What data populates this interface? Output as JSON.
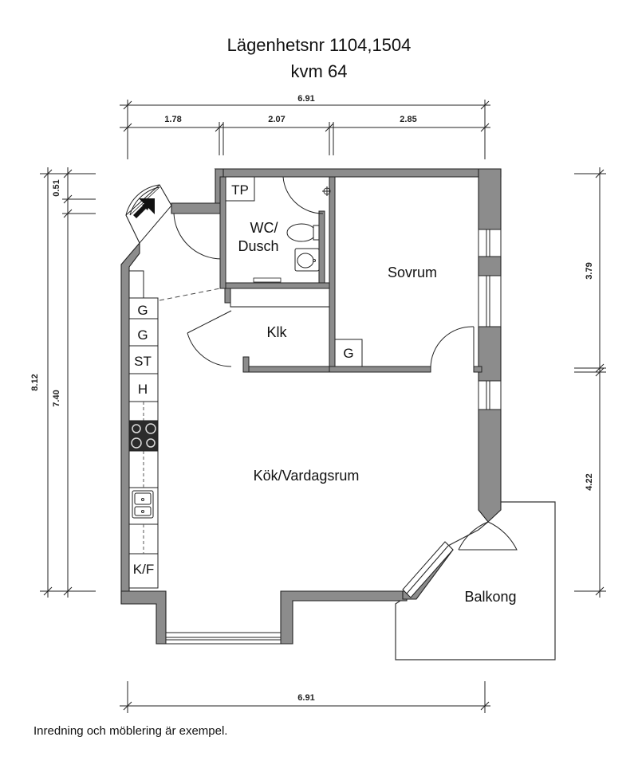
{
  "title": {
    "line1": "Lägenhetsnr 1104,1504",
    "line2": "kvm 64"
  },
  "dimensions": {
    "top_total": "6.91",
    "top_segments": [
      "1.78",
      "2.07",
      "2.85"
    ],
    "left_outer": "8.12",
    "left_inner": "7.40",
    "left_small": "0.51",
    "right_upper": "3.79",
    "right_lower": "4.22",
    "bottom_total": "6.91"
  },
  "rooms": {
    "wc": [
      "WC/",
      "Dusch"
    ],
    "tp": "TP",
    "bedroom": "Sovrum",
    "closet": "Klk",
    "closet_g": "G",
    "living": "Kök/Vardagsrum",
    "balcony": "Balkong"
  },
  "kitchen": {
    "g1": "G",
    "g2": "G",
    "st": "ST",
    "h": "H",
    "kf": "K/F"
  },
  "footnote": "Inredning och möblering är exempel.",
  "colors": {
    "wall": "#8c8c8c",
    "line": "#222222",
    "stove": "#2b2b2b"
  }
}
